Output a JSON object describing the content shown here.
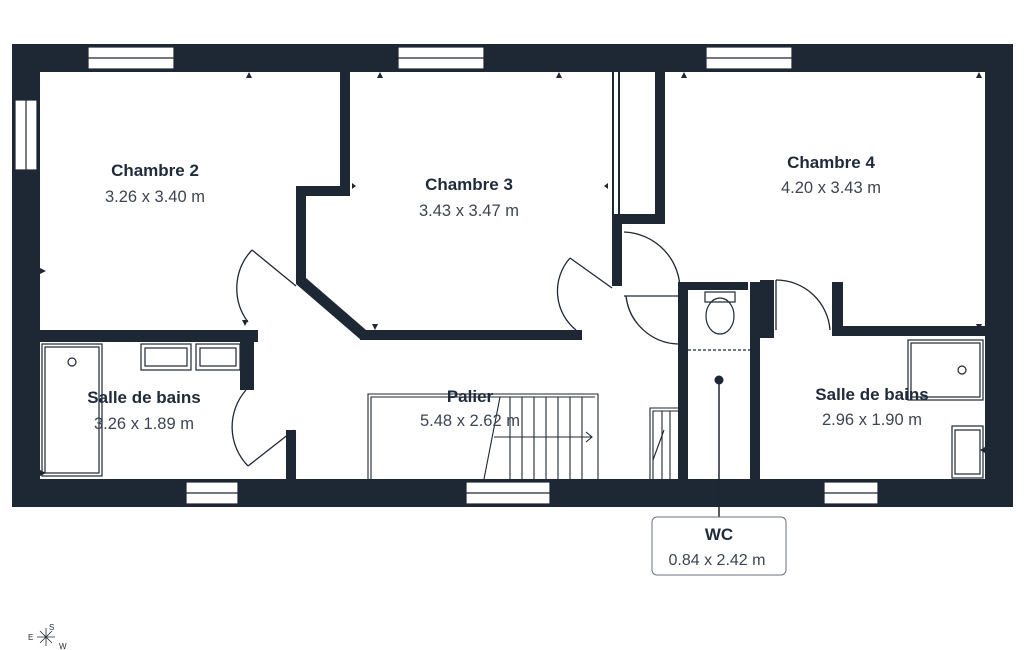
{
  "colors": {
    "wall": "#1e2734",
    "fixture": "#1e2734",
    "background": "#ffffff"
  },
  "rooms": {
    "chambre2": {
      "name": "Chambre 2",
      "dims": "3.26 x 3.40 m"
    },
    "chambre3": {
      "name": "Chambre 3",
      "dims": "3.43 x 3.47 m"
    },
    "chambre4": {
      "name": "Chambre 4",
      "dims": "4.20 x 3.43 m"
    },
    "sdb_left": {
      "name": "Salle de bains",
      "dims": "3.26 x 1.89 m"
    },
    "palier": {
      "name": "Palier",
      "dims": "5.48 x 2.62 m"
    },
    "sdb_right": {
      "name": "Salle de bains",
      "dims": "2.96 x 1.90 m"
    },
    "wc": {
      "name": "WC",
      "dims": "0.84 x 2.42 m"
    }
  },
  "compass": {
    "labels": [
      "S",
      "E",
      "W"
    ],
    "icon": "compass-rose-icon"
  }
}
